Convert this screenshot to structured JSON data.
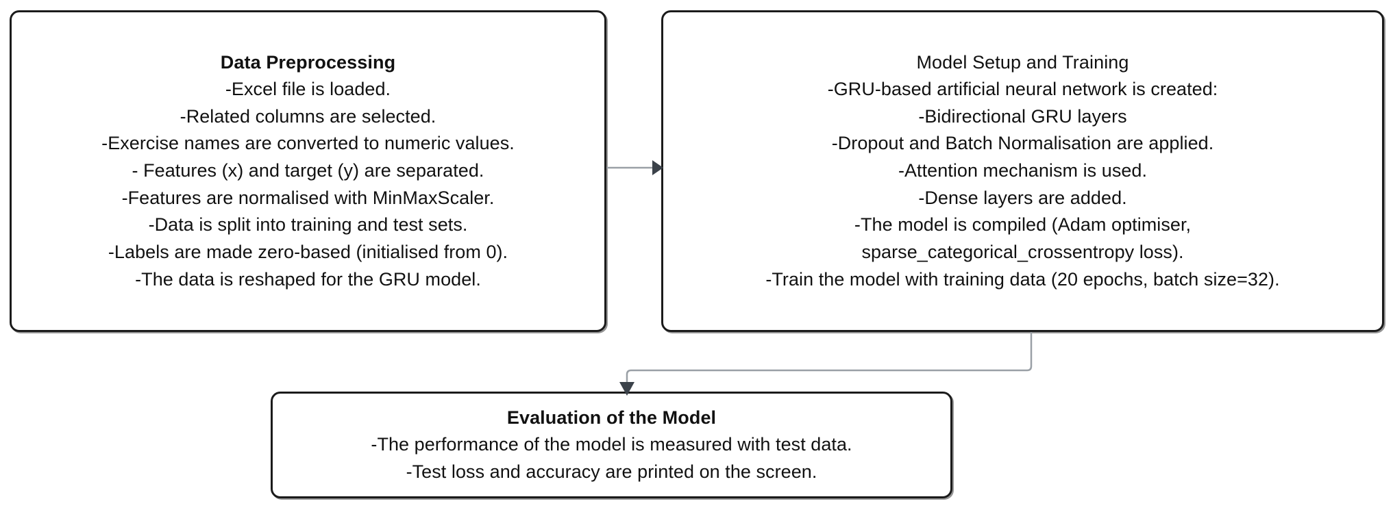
{
  "diagram": {
    "type": "flowchart",
    "orientation": "left-to-right-then-down",
    "nodes": [
      {
        "id": "preprocessing",
        "title": "Data Preprocessing",
        "title_bold": true,
        "lines": [
          "-Excel file is loaded.",
          "-Related columns are selected.",
          "-Exercise names are converted to numeric values.",
          "- Features (x) and target (y) are separated.",
          "-Features are normalised with MinMaxScaler.",
          "-Data is split into training and test sets.",
          "-Labels are made zero-based (initialised from 0).",
          "-The data is reshaped for the GRU model."
        ]
      },
      {
        "id": "model",
        "title": "Model Setup and Training",
        "title_bold": false,
        "lines": [
          "-GRU-based artificial neural network is created:",
          "-Bidirectional GRU layers",
          "-Dropout and Batch Normalisation are applied.",
          "-Attention mechanism is used.",
          "-Dense layers are added.",
          "-The model is compiled (Adam optimiser,",
          "sparse_categorical_crossentropy loss).",
          "-Train the model with training data (20 epochs, batch size=32)."
        ]
      },
      {
        "id": "evaluation",
        "title": "Evaluation of the Model",
        "title_bold": true,
        "lines": [
          "-The performance of the model is measured with test data.",
          "-Test loss and accuracy are printed on the screen."
        ]
      }
    ],
    "edges": [
      {
        "id": "preprocessing-to-model",
        "from": "preprocessing",
        "to": "model",
        "style": "straight-arrow"
      },
      {
        "id": "model-to-evaluation",
        "from": "model",
        "to": "evaluation",
        "style": "elbow-arrow"
      }
    ],
    "colors": {
      "node_border": "#1b1b1b",
      "node_fill": "#ffffff",
      "text": "#111111",
      "connector_line": "#9aa0a6",
      "connector_head": "#3b424a",
      "background": "#ffffff"
    }
  }
}
